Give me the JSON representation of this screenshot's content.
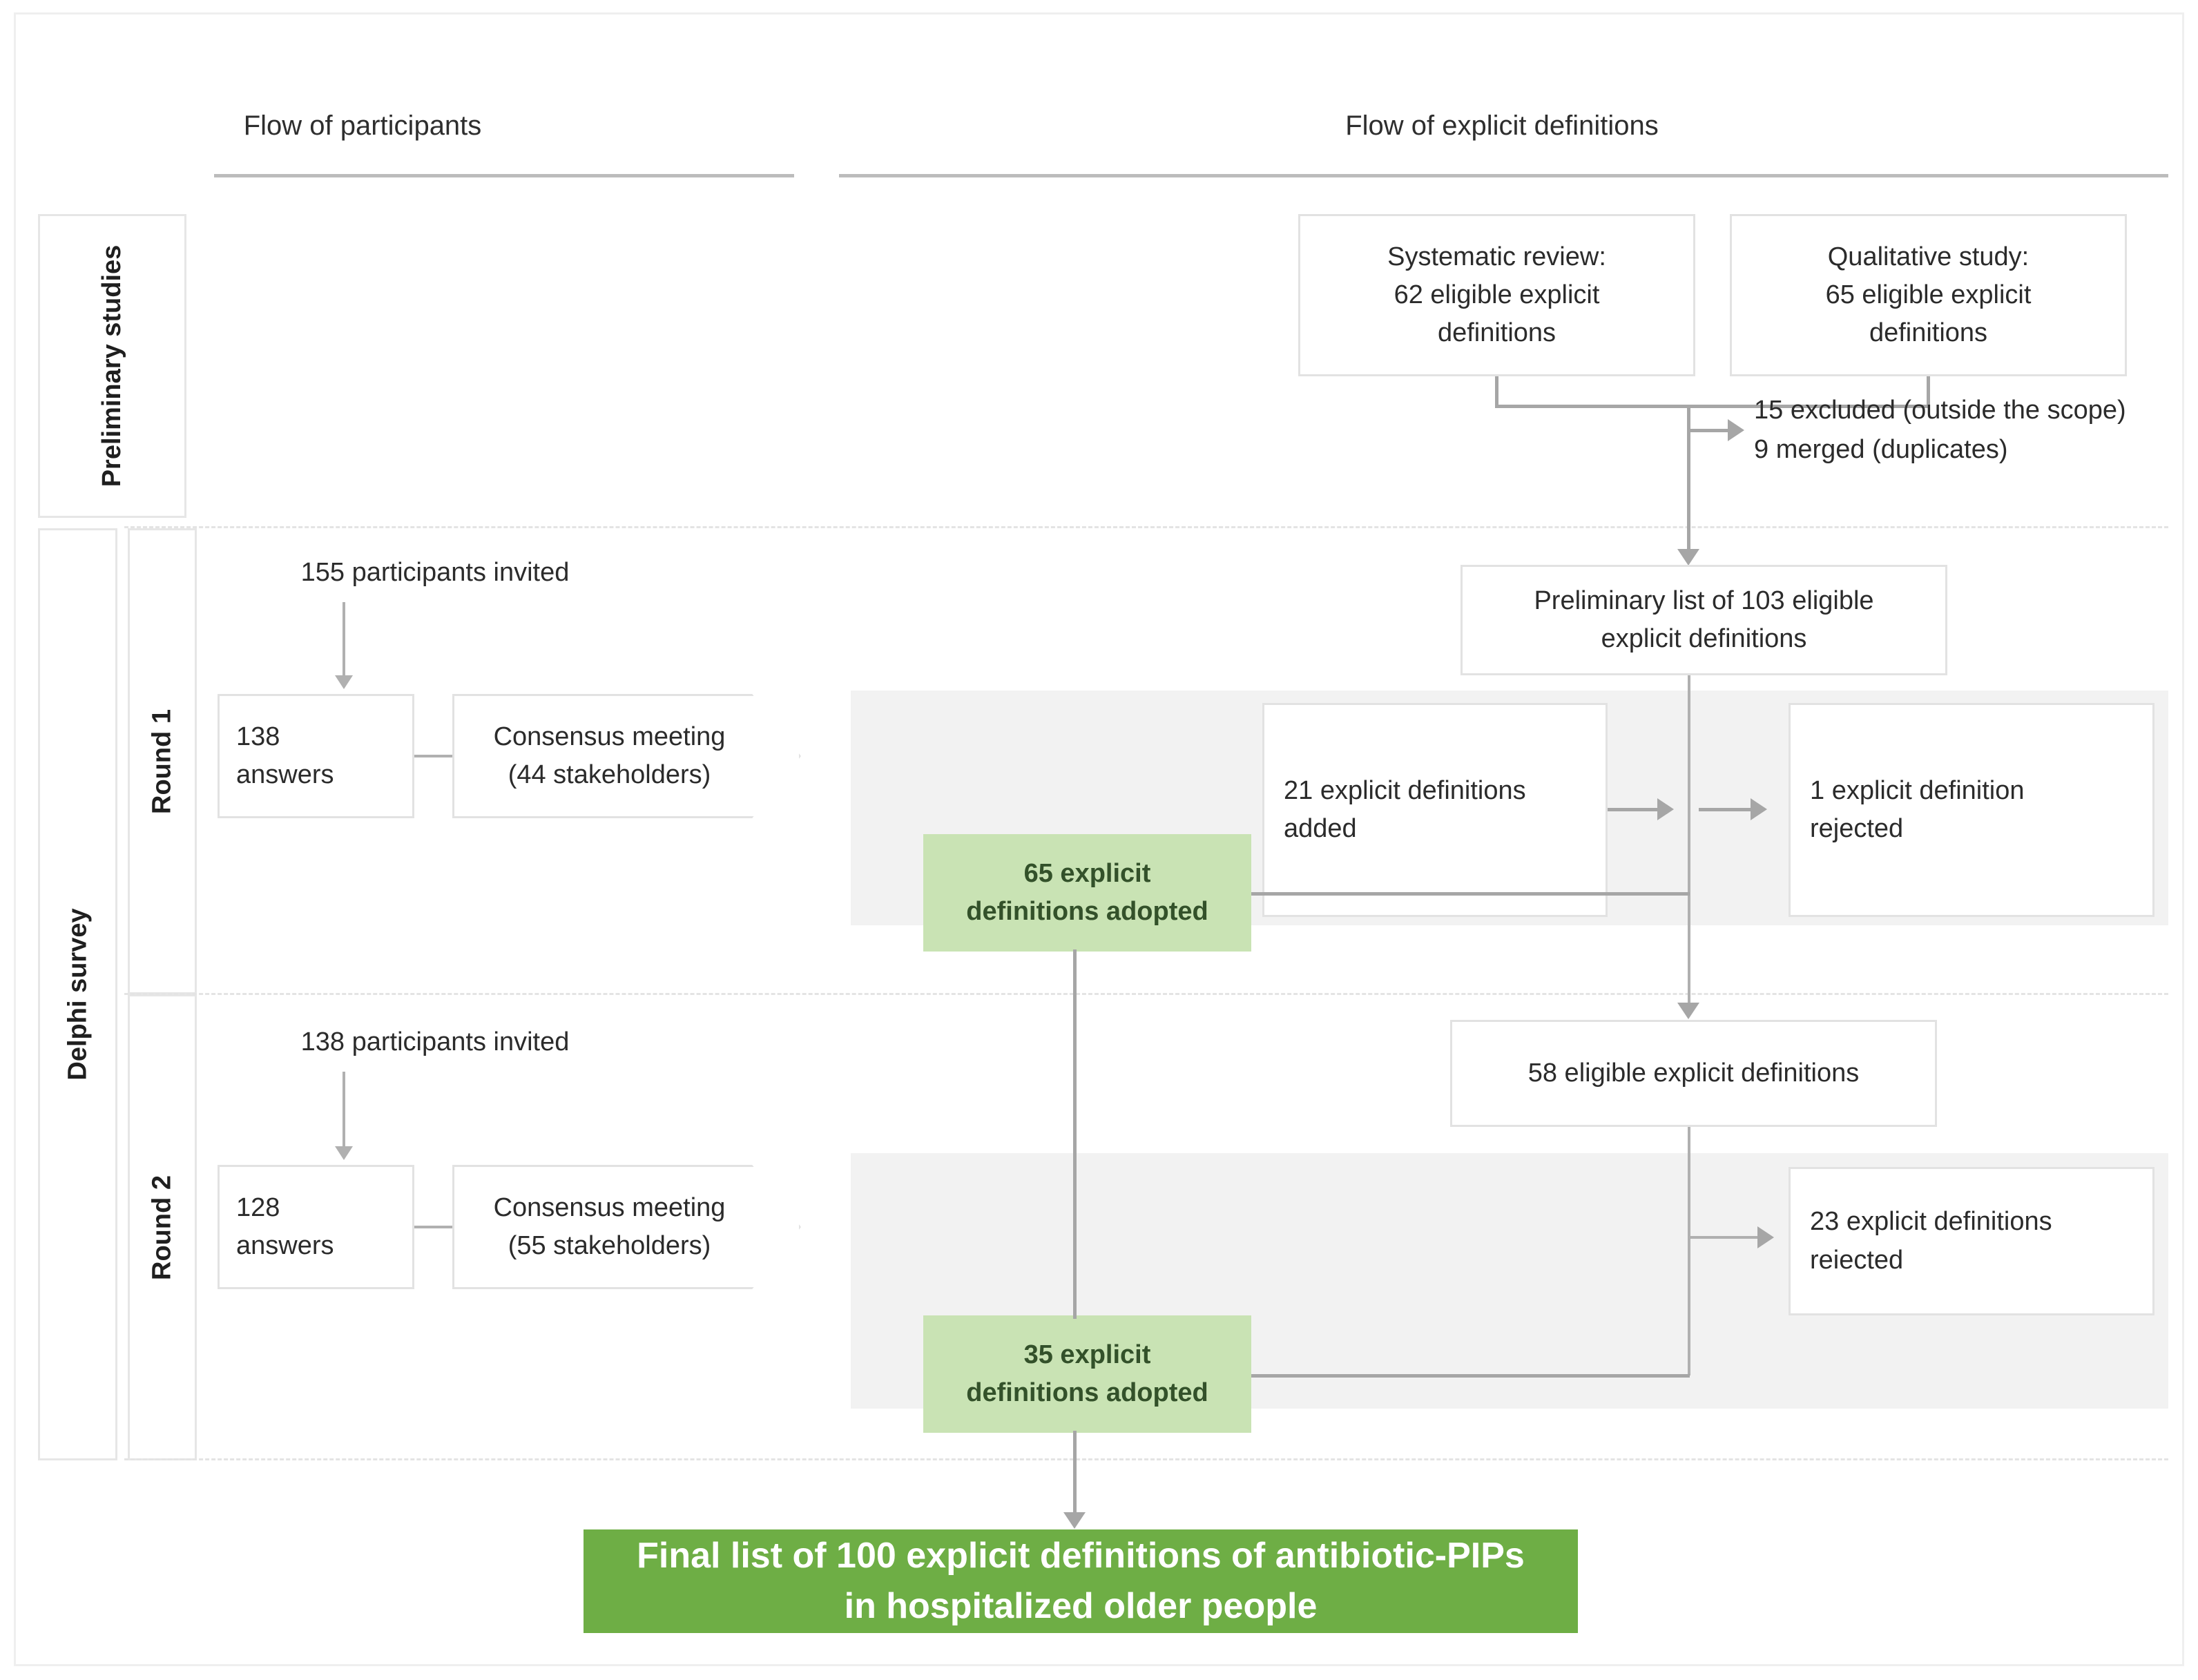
{
  "columns": {
    "participants": "Flow of participants",
    "definitions": "Flow of explicit definitions"
  },
  "lanes": {
    "preliminary": "Preliminary studies",
    "delphi": "Delphi survey",
    "round1": "Round 1",
    "round2": "Round 2"
  },
  "preliminary_studies": {
    "systematic_review": "Systematic review:\n62 eligible explicit\ndefinitions",
    "qualitative_study": "Qualitative study:\n65 eligible explicit\ndefinitions",
    "exclusions": "15 excluded (outside the scope)\n9 merged (duplicates)"
  },
  "round1": {
    "participants_invited": "155 participants invited",
    "answers": "138\nanswers",
    "consensus_meeting": "Consensus meeting\n(44 stakeholders)",
    "preliminary_list": "Preliminary list of 103 eligible\nexplicit definitions",
    "added": "21 explicit definitions\nadded",
    "rejected": "1 explicit definition\nrejected",
    "adopted": "65 explicit\ndefinitions adopted"
  },
  "round2": {
    "participants_invited": "138 participants invited",
    "answers": "128\nanswers",
    "consensus_meeting": "Consensus meeting\n(55 stakeholders)",
    "eligible_list": "58 eligible explicit definitions",
    "rejected": "23 explicit definitions\nreiected",
    "adopted": "35 explicit\ndefinitions adopted"
  },
  "final": {
    "banner": "Final list of 100 explicit definitions of antibiotic-PIPs\nin hospitalized older people"
  },
  "colors": {
    "green_soft": "#c9e3b4",
    "green_soft_text": "#33512a",
    "green_solid": "#6eae45",
    "band_grey": "#f2f2f2",
    "connector_grey": "#a6a6a6",
    "box_border": "#e2e2e2"
  },
  "chart_data": {
    "type": "diagram",
    "title": "Flow diagram of participants and explicit definitions",
    "nodes": [
      {
        "id": "systematic_review",
        "label": "Systematic review: 62 eligible explicit definitions",
        "stage": "Preliminary studies",
        "column": "Flow of explicit definitions",
        "value": 62
      },
      {
        "id": "qualitative_study",
        "label": "Qualitative study: 65 eligible explicit definitions",
        "stage": "Preliminary studies",
        "column": "Flow of explicit definitions",
        "value": 65
      },
      {
        "id": "exclusions",
        "label": "15 excluded (outside the scope); 9 merged (duplicates)",
        "stage": "Preliminary studies",
        "column": "Flow of explicit definitions",
        "excluded": 15,
        "merged": 9
      },
      {
        "id": "preliminary_list",
        "label": "Preliminary list of 103 eligible explicit definitions",
        "stage": "Round 1",
        "column": "Flow of explicit definitions",
        "value": 103
      },
      {
        "id": "r1_invited",
        "label": "155 participants invited",
        "stage": "Round 1",
        "column": "Flow of participants",
        "value": 155
      },
      {
        "id": "r1_answers",
        "label": "138 answers",
        "stage": "Round 1",
        "column": "Flow of participants",
        "value": 138
      },
      {
        "id": "r1_meeting",
        "label": "Consensus meeting (44 stakeholders)",
        "stage": "Round 1",
        "column": "Flow of participants",
        "value": 44
      },
      {
        "id": "r1_added",
        "label": "21 explicit definitions added",
        "stage": "Round 1",
        "column": "Flow of explicit definitions",
        "value": 21
      },
      {
        "id": "r1_rejected",
        "label": "1 explicit definition rejected",
        "stage": "Round 1",
        "column": "Flow of explicit definitions",
        "value": 1
      },
      {
        "id": "r1_adopted",
        "label": "65 explicit definitions adopted",
        "stage": "Round 1",
        "column": "Flow of explicit definitions",
        "value": 65
      },
      {
        "id": "r2_eligible",
        "label": "58 eligible explicit definitions",
        "stage": "Round 2",
        "column": "Flow of explicit definitions",
        "value": 58
      },
      {
        "id": "r2_invited",
        "label": "138 participants invited",
        "stage": "Round 2",
        "column": "Flow of participants",
        "value": 138
      },
      {
        "id": "r2_answers",
        "label": "128 answers",
        "stage": "Round 2",
        "column": "Flow of participants",
        "value": 128
      },
      {
        "id": "r2_meeting",
        "label": "Consensus meeting (55 stakeholders)",
        "stage": "Round 2",
        "column": "Flow of participants",
        "value": 55
      },
      {
        "id": "r2_rejected",
        "label": "23 explicit definitions rejected",
        "stage": "Round 2",
        "column": "Flow of explicit definitions",
        "value": 23
      },
      {
        "id": "r2_adopted",
        "label": "35 explicit definitions adopted",
        "stage": "Round 2",
        "column": "Flow of explicit definitions",
        "value": 35
      },
      {
        "id": "final",
        "label": "Final list of 100 explicit definitions of antibiotic-PIPs in hospitalized older people",
        "stage": "Final",
        "column": "Flow of explicit definitions",
        "value": 100
      }
    ],
    "edges": [
      {
        "from": "systematic_review",
        "to": "preliminary_list"
      },
      {
        "from": "qualitative_study",
        "to": "preliminary_list"
      },
      {
        "from": "preliminary_list",
        "to": "exclusions",
        "type": "exclusion"
      },
      {
        "from": "r1_invited",
        "to": "r1_answers"
      },
      {
        "from": "r1_answers",
        "to": "r1_meeting"
      },
      {
        "from": "r1_added",
        "to": "r1_rejected"
      },
      {
        "from": "preliminary_list",
        "to": "r1_adopted"
      },
      {
        "from": "preliminary_list",
        "to": "r2_eligible"
      },
      {
        "from": "r2_invited",
        "to": "r2_answers"
      },
      {
        "from": "r2_answers",
        "to": "r2_meeting"
      },
      {
        "from": "r2_eligible",
        "to": "r2_rejected"
      },
      {
        "from": "r2_eligible",
        "to": "r2_adopted"
      },
      {
        "from": "r1_adopted",
        "to": "final"
      },
      {
        "from": "r2_adopted",
        "to": "final"
      }
    ]
  }
}
